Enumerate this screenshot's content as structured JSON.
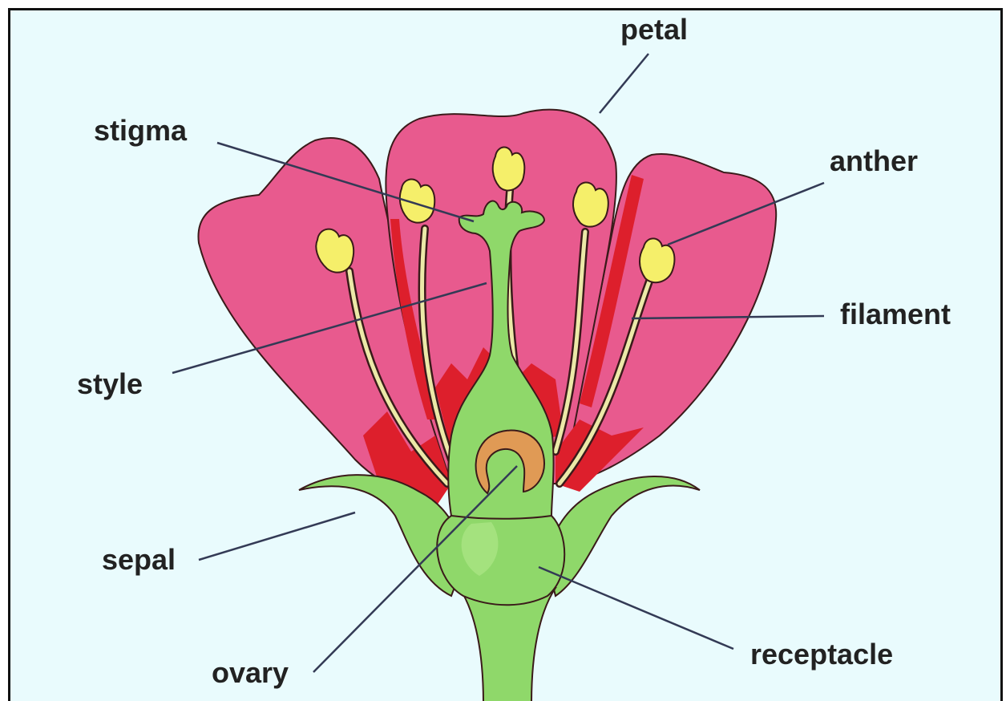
{
  "labels": {
    "petal": "petal",
    "stigma": "stigma",
    "anther": "anther",
    "filament": "filament",
    "style": "style",
    "sepal": "sepal",
    "ovary": "ovary",
    "receptacle": "receptacle"
  },
  "colors": {
    "background": "#e9fbfd",
    "petal": "#e85a8e",
    "petal_inner": "#dd1f2c",
    "green": "#8fd86a",
    "anther": "#f5ef6a",
    "ovule": "#e09a55",
    "outline": "#3a1a1a",
    "leader_line": "#333a55"
  }
}
